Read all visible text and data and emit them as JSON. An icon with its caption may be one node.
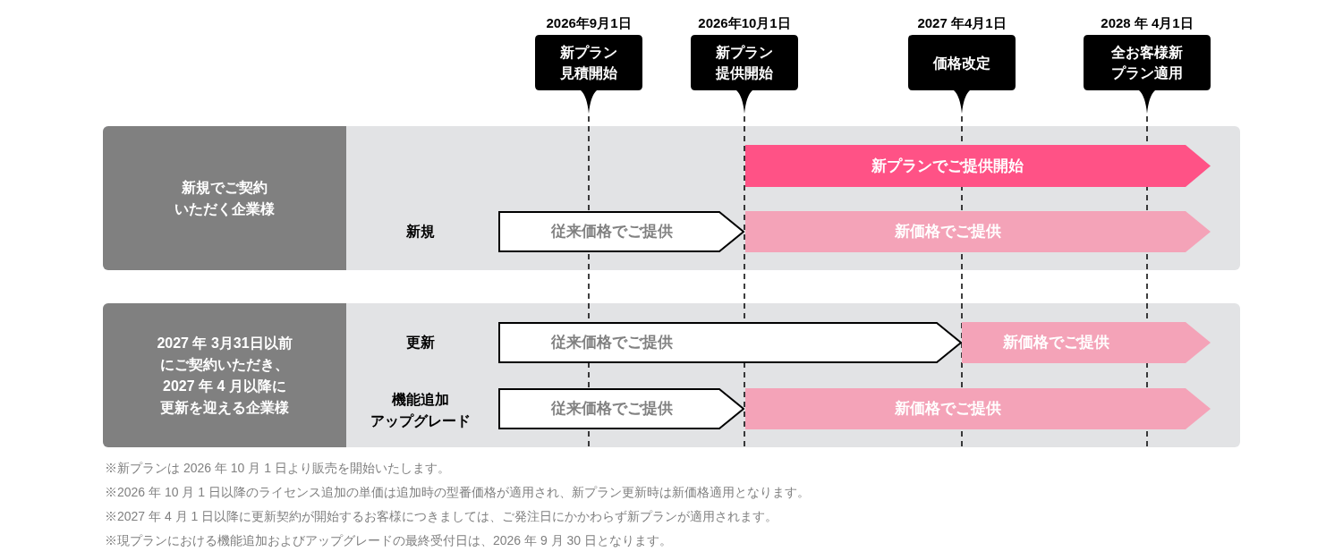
{
  "diagram": {
    "nodes": [
      {
        "text": [
          "2026年9月1日",
          "新プラン見積開始"
        ]
      },
      {
        "text": [
          "2026年10月1日",
          "新プラン提供開始"
        ]
      },
      {
        "text": [
          "2027 年4月1日",
          "価格改定"
        ]
      },
      {
        "text": [
          "2028 年 4月1日",
          "全お客様新プラン適用"
        ]
      },
      {
        "text": [],
        "shape": "band"
      },
      {
        "text": [
          "新規でご契約いただく企業様"
        ],
        "in": 4
      },
      {
        "text": [
          "新プランでご提供開始"
        ],
        "in": 4
      },
      {
        "text": [
          "従来価格でご提供"
        ],
        "in": 4
      },
      {
        "text": [
          "新価格でご提供"
        ],
        "in": 4
      },
      {
        "text": [],
        "shape": "band"
      },
      {
        "text": [
          "2027 年 3月31日以前にご契約いただき、2027 年 4 月以降に更新を迎える企業様"
        ],
        "in": 9
      },
      {
        "text": [
          "従来価格でご提供"
        ],
        "in": 9
      },
      {
        "text": [
          "新価格でご提供"
        ],
        "in": 9
      },
      {
        "text": [
          "従来価格でご提供"
        ],
        "in": 9
      },
      {
        "text": [
          "新価格でご提供"
        ],
        "in": 9
      }
    ],
    "labels": [
      "新規",
      "更新",
      "機能追加アップグレード",
      "※新プランは 2026 年 10 月 1 日より販売を開始いたします。",
      "※2026 年 10 月 1 日以降のライセンス追加の単価は追加時の型番価格が適用され、新プラン更新時は新価格適用となります。",
      "※2027 年 4 月 1 日以降に更新契約が開始するお客様につきましては、ご発注日にかかわらず新プランが適用されます。",
      "※現プランにおける機能追加およびアップグレードの最終受付日は、2026 年 9 月 30 日となります。"
    ]
  }
}
